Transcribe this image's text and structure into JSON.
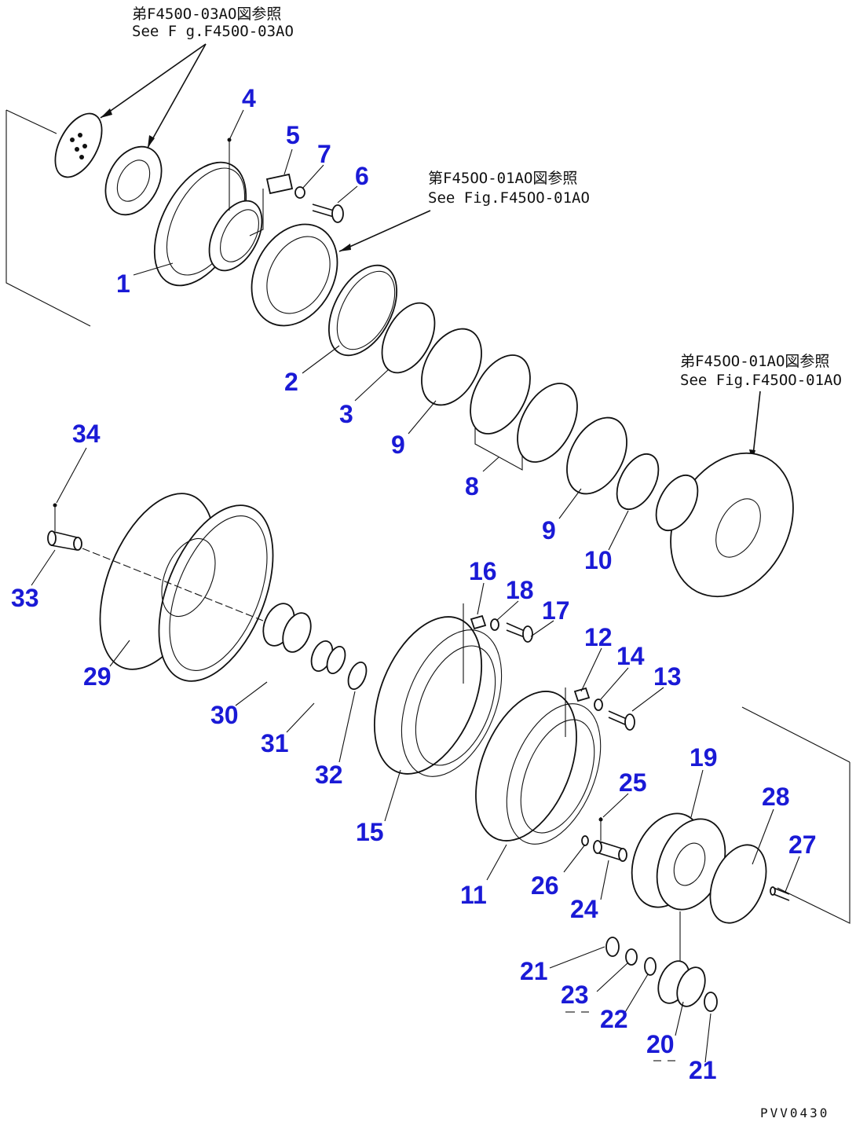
{
  "references": [
    {
      "id": "ref-top",
      "jp": "弟F450O-03AO図参照",
      "en": "See F g.F450O-03AO"
    },
    {
      "id": "ref-mid",
      "jp": "第F45OO-01AO図参照",
      "en": "See Fig.F45OO-01AO"
    },
    {
      "id": "ref-right",
      "jp": "弟F45OO-01AO図参照",
      "en": "See Fig.F45OO-01AO"
    }
  ],
  "part_numbers": [
    "1",
    "2",
    "3",
    "4",
    "5",
    "6",
    "7",
    "8",
    "9",
    "9",
    "10",
    "11",
    "12",
    "13",
    "14",
    "15",
    "16",
    "17",
    "18",
    "19",
    "20",
    "21",
    "21",
    "22",
    "23",
    "24",
    "25",
    "26",
    "27",
    "28",
    "29",
    "30",
    "31",
    "32",
    "33",
    "34"
  ],
  "drawing_code": "PVV0430",
  "colors": {
    "label": "#1a1ad6",
    "line": "#111111"
  }
}
